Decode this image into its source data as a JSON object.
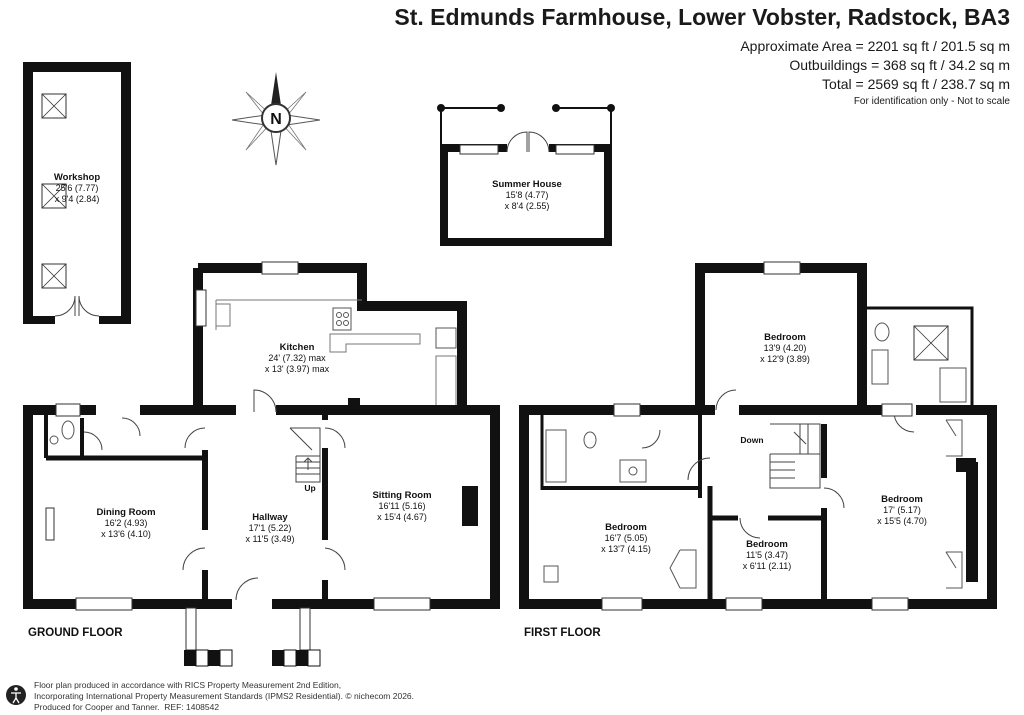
{
  "header": {
    "title": "St. Edmunds Farmhouse, Lower Vobster, Radstock, BA3",
    "area": "Approximate Area = 2201 sq ft / 201.5 sq m",
    "outbuildings": "Outbuildings = 368 sq ft / 34.2 sq m",
    "total": "Total = 2569 sq ft / 238.7 sq m",
    "note": "For identification only - Not to scale"
  },
  "compass": {
    "label": "N"
  },
  "floors": {
    "ground": "GROUND FLOOR",
    "first": "FIRST FLOOR"
  },
  "rooms": {
    "workshop": {
      "name": "Workshop",
      "dim1": "25'6 (7.77)",
      "dim2": "x 9'4 (2.84)"
    },
    "summer_house": {
      "name": "Summer House",
      "dim1": "15'8 (4.77)",
      "dim2": "x 8'4 (2.55)"
    },
    "kitchen": {
      "name": "Kitchen",
      "dim1": "24' (7.32) max",
      "dim2": "x 13' (3.97) max"
    },
    "dining_room": {
      "name": "Dining Room",
      "dim1": "16'2 (4.93)",
      "dim2": "x 13'6 (4.10)"
    },
    "hallway": {
      "name": "Hallway",
      "dim1": "17'1 (5.22)",
      "dim2": "x 11'5 (3.49)"
    },
    "sitting_room": {
      "name": "Sitting Room",
      "dim1": "16'11 (5.16)",
      "dim2": "x 15'4 (4.67)"
    },
    "stairs_up": "Up",
    "bedroom_top": {
      "name": "Bedroom",
      "dim1": "13'9 (4.20)",
      "dim2": "x 12'9 (3.89)"
    },
    "stairs_down": "Down",
    "bedroom_right": {
      "name": "Bedroom",
      "dim1": "17' (5.17)",
      "dim2": "x 15'5 (4.70)"
    },
    "bedroom_left": {
      "name": "Bedroom",
      "dim1": "16'7 (5.05)",
      "dim2": "x 13'7 (4.15)"
    },
    "bedroom_small": {
      "name": "Bedroom",
      "dim1": "11'5 (3.47)",
      "dim2": "x 6'11 (2.11)"
    }
  },
  "footer": {
    "line1": "Floor plan produced in accordance with RICS Property Measurement 2nd Edition,",
    "line2": "Incorporating International Property Measurement Standards (IPMS2 Residential).",
    "copyright": "© nichecom 2026.",
    "line3": "Produced for Cooper and Tanner.",
    "ref": "REF: 1408542"
  }
}
